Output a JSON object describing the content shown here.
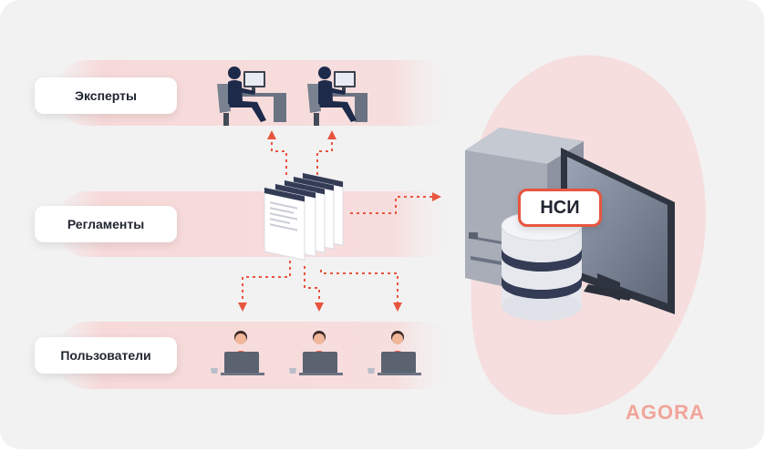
{
  "rows": {
    "experts": {
      "label": "Эксперты"
    },
    "regulations": {
      "label": "Регламенты"
    },
    "users": {
      "label": "Пользователи"
    }
  },
  "server": {
    "badge_label": "НСИ"
  },
  "logo": {
    "text": "AGORA"
  },
  "colors": {
    "accent": "#e8553f",
    "band": "#f5dcdc",
    "blob": "#f6dede",
    "background": "#f2f2f2"
  }
}
